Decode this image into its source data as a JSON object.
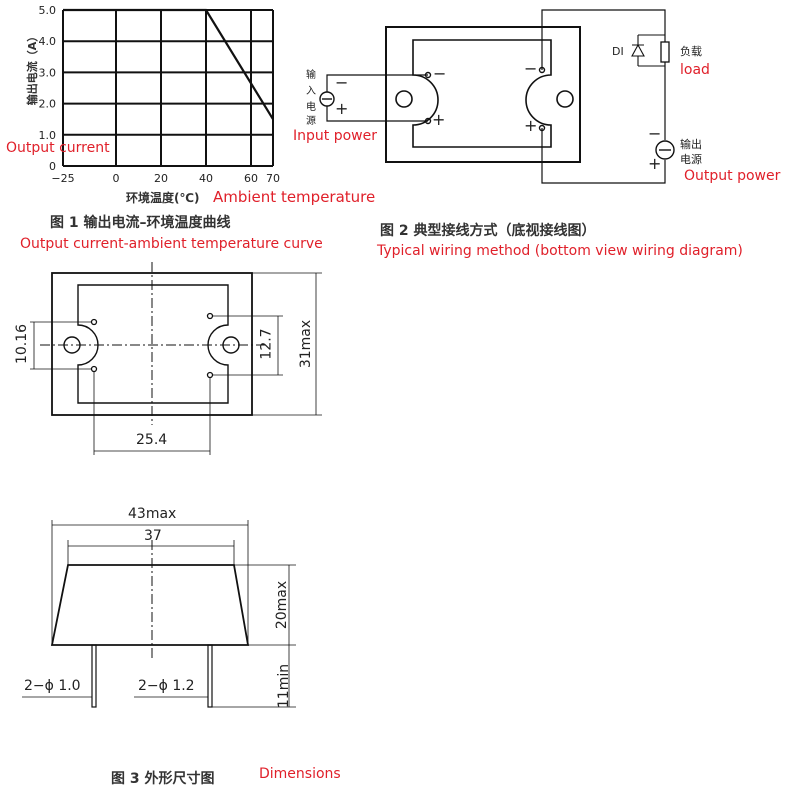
{
  "figure1": {
    "caption": "图 1 输出电流–环境温度曲线",
    "caption_en": "Output current-ambient temperature curve",
    "ylabel": "输出电流（A）",
    "ylabel_en": "Output current",
    "xlabel": "环境温度(℃)",
    "xlabel_en": "Ambient temperature",
    "yticks": [
      "5.0",
      "4.0",
      "3.0",
      "2.0",
      "1.0",
      "0"
    ],
    "xticks": [
      "−25",
      "0",
      "20",
      "40",
      "60",
      "70"
    ]
  },
  "chart_data": {
    "type": "line",
    "xlabel": "环境温度(℃)",
    "ylabel": "输出电流（A）",
    "x_ticks": [
      -25,
      0,
      20,
      40,
      60,
      70
    ],
    "ylim": [
      0,
      5
    ],
    "grid": true,
    "series": [
      {
        "x": [
          -25,
          40,
          70
        ],
        "y": [
          5.0,
          5.0,
          1.5
        ]
      }
    ]
  },
  "figure2": {
    "caption": "图 2 典型接线方式（底视接线图）",
    "caption_en": "Typical wiring method (bottom view wiring diagram)",
    "input_label_chars": [
      "输",
      "入",
      "电",
      "源"
    ],
    "input_en": "Input power",
    "load_label": "负载",
    "load_en": "load",
    "output_label_1": "输出",
    "output_label_2": "电源",
    "output_en": "Output power",
    "diode_label": "DI",
    "minus": "−",
    "plus": "+"
  },
  "figure3": {
    "caption": "图 3 外形尺寸图",
    "caption_en": "Dimensions",
    "dim_10_16": "10.16",
    "dim_12_7": "12.7",
    "dim_31max": "31max",
    "dim_25_4": "25.4",
    "dim_43max": "43max",
    "dim_37": "37",
    "dim_20max": "20max",
    "dim_11min": "11min",
    "pin1": "2−ϕ 1.0",
    "pin2": "2−ϕ 1.2"
  }
}
